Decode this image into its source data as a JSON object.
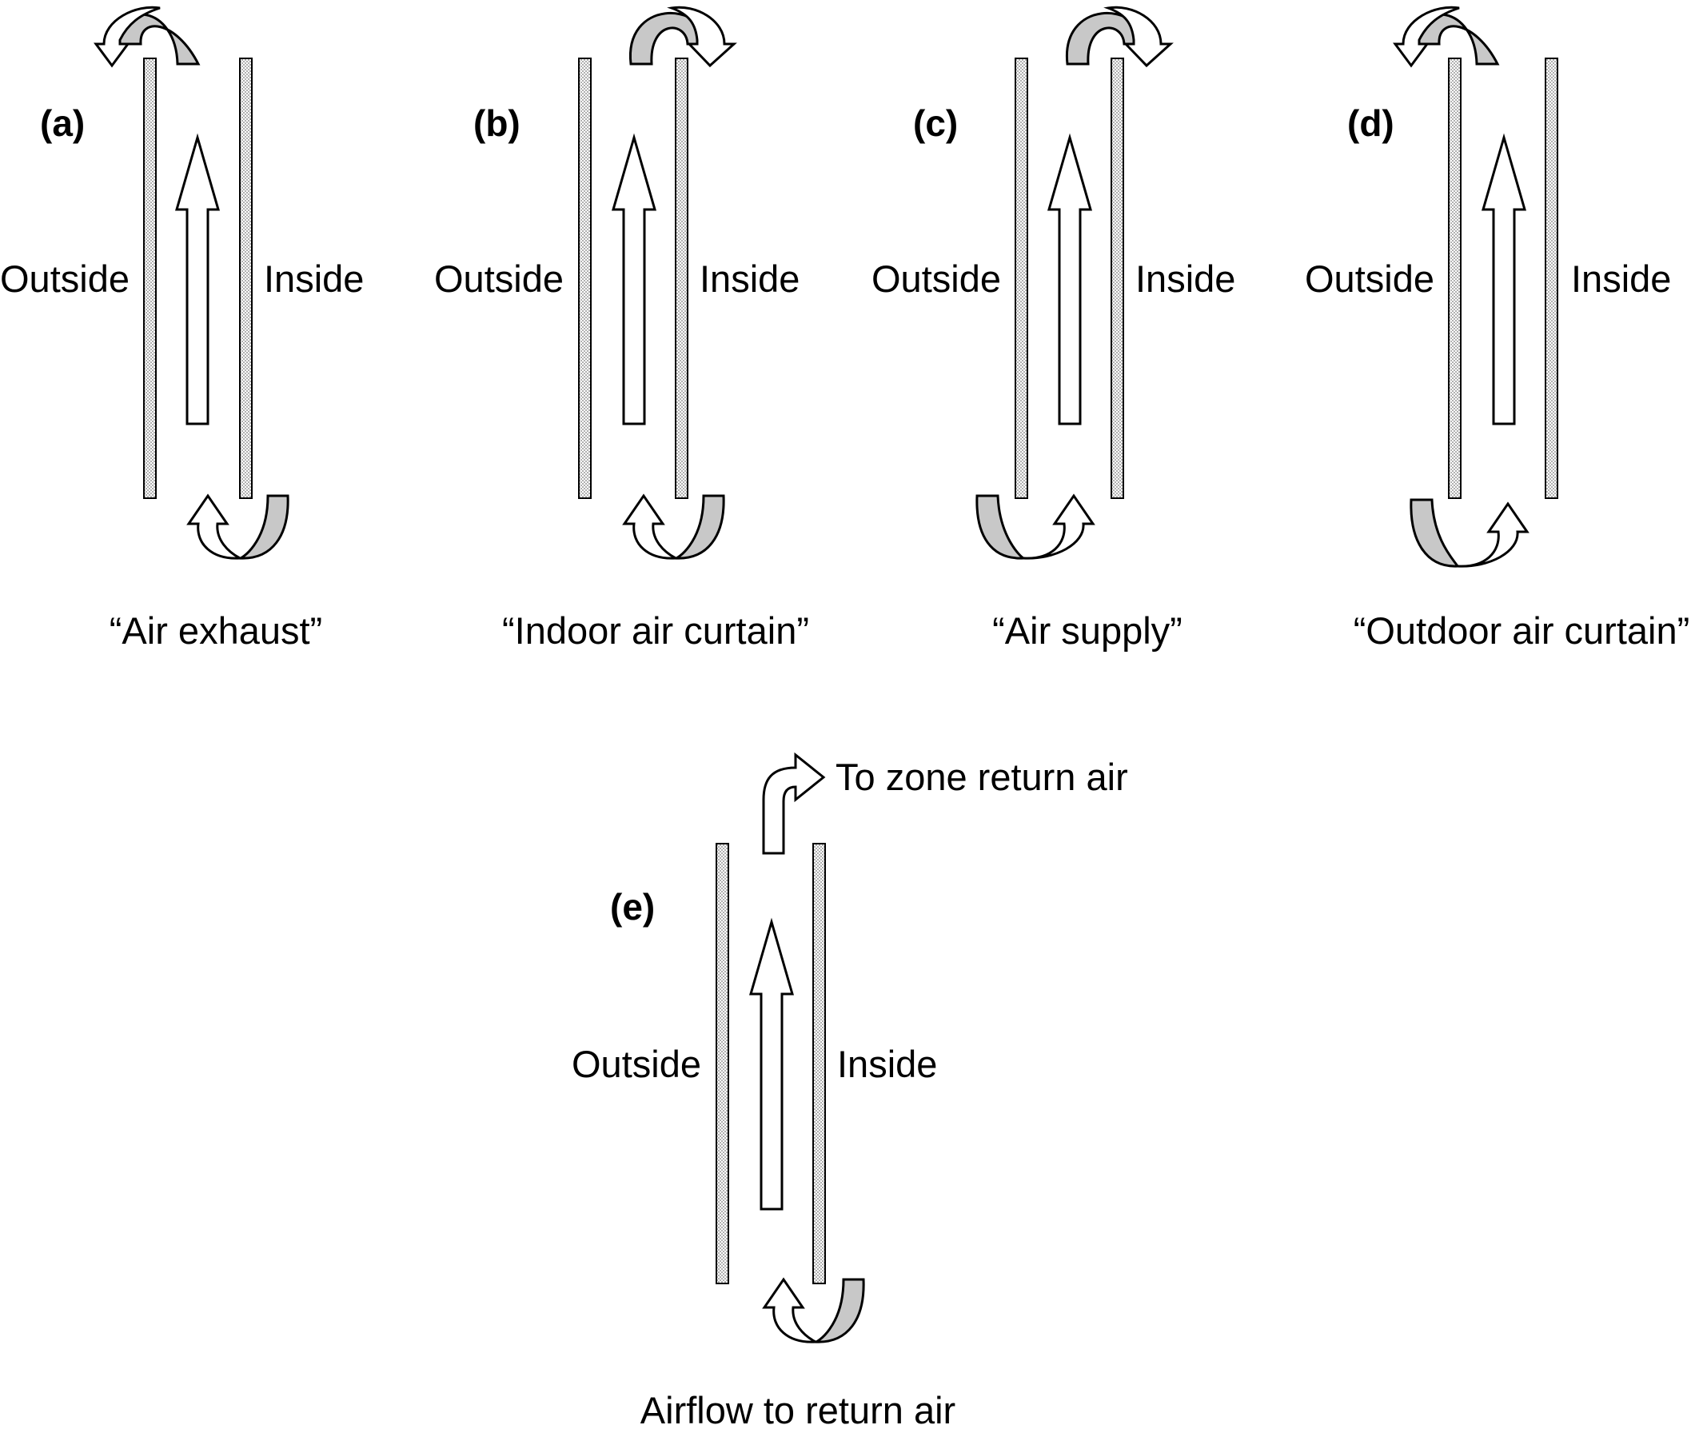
{
  "panels": [
    {
      "tag": "(a)",
      "outside": "Outside",
      "inside": "Inside",
      "caption": "“Air exhaust”"
    },
    {
      "tag": "(b)",
      "outside": "Outside",
      "inside": "Inside",
      "caption": "“Indoor air curtain”"
    },
    {
      "tag": "(c)",
      "outside": "Outside",
      "inside": "Inside",
      "caption": "“Air supply”"
    },
    {
      "tag": "(d)",
      "outside": "Outside",
      "inside": "Inside",
      "caption": "“Outdoor air curtain”"
    },
    {
      "tag": "(e)",
      "outside": "Outside",
      "inside": "Inside",
      "caption": "Airflow to return air",
      "top_label": "To zone return air"
    }
  ],
  "colors": {
    "wall_fill": "#d9d9d9",
    "curved_arrow_fill": "#c8c8c8",
    "line": "#000000"
  }
}
